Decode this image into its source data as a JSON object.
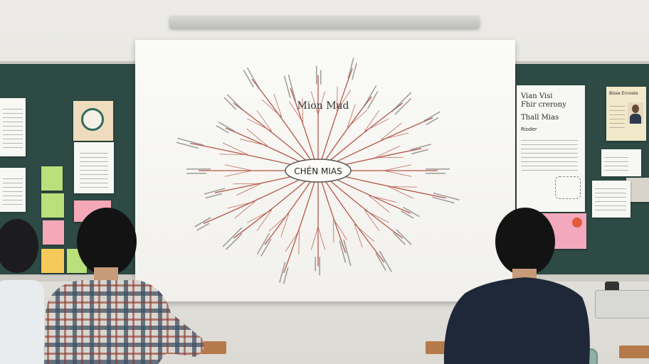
{
  "mind_map": {
    "title": "Mion Mud",
    "center": "CHÉN MIAS"
  },
  "right_poster": {
    "line1": "Vian Visi",
    "line2": "Fhir crerony",
    "line3": "Thall Mias",
    "line4": "Rioder"
  },
  "right_small_poster": {
    "title": "Bisse Ercoses"
  }
}
